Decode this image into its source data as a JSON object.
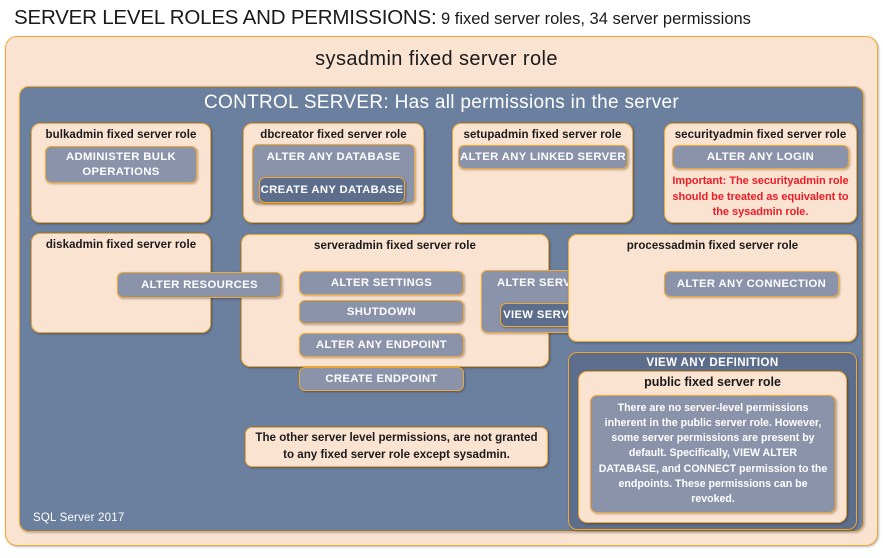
{
  "header": {
    "main": "SERVER LEVEL ROLES AND PERMISSIONS:",
    "sub": "9 fixed server roles, 34 server permissions"
  },
  "sysadmin": {
    "title": "sysadmin fixed server role"
  },
  "control_server": {
    "title": "CONTROL SERVER: Has all permissions in the server"
  },
  "roles": {
    "bulkadmin": {
      "title": "bulkadmin  fixed server role",
      "perm1": "ADMINISTER  BULK OPERATIONS"
    },
    "dbcreator": {
      "title": "dbcreator fixed server role",
      "perm1": "ALTER ANY DATABASE",
      "perm2": "CREATE  ANY DATABASE"
    },
    "setupadmin": {
      "title": "setupadmin fixed server role",
      "perm1": "ALTER ANY LINKED SERVER"
    },
    "securityadmin": {
      "title": "securityadmin  fixed server role",
      "perm1": "ALTER ANY LOGIN",
      "warning": "Important:  The securityadmin role should  be treated as equivalent to the sysadmin role."
    },
    "diskadmin": {
      "title": "diskadmin fixed server role",
      "perm1": "ALTER RESOURCES"
    },
    "serveradmin": {
      "title": "serveradmin fixed server role",
      "perm1": "ALTER SETTINGS",
      "perm2": "SHUTDOWN",
      "perm3": "ALTER ANY ENDPOINT",
      "perm4": "CREATE  ENDPOINT",
      "perm5": "ALTER SERVER  STATE",
      "perm6": "VIEW SERVER  STATE"
    },
    "processadmin": {
      "title": "processadmin fixed server role",
      "perm1": "ALTER ANY CONNECTION"
    },
    "public": {
      "view_any_definition": "VIEW ANY DEFINITION",
      "title": "public  fixed server role",
      "body": "There are no server-level permissions inherent in the public server role. However, some server permissions are present by default. Specifically, VIEW ALTER DATABASE, and CONNECT permission to the endpoints. These permissions can be revoked."
    }
  },
  "notes": {
    "other_permissions": "The other server level permissions,  are not granted to any fixed server role except sysadmin."
  },
  "footer": {
    "version": "SQL Server 2017"
  },
  "colors": {
    "peach": "#fbe3d2",
    "orange_border": "#f0a830",
    "slate": "#6b7f9e",
    "perm_fill": "#8b93ab",
    "perm_dark": "#5d6e8c",
    "warning_red": "#ee1c25",
    "text_dark": "#1a1a1a",
    "text_light": "#ffffff"
  }
}
